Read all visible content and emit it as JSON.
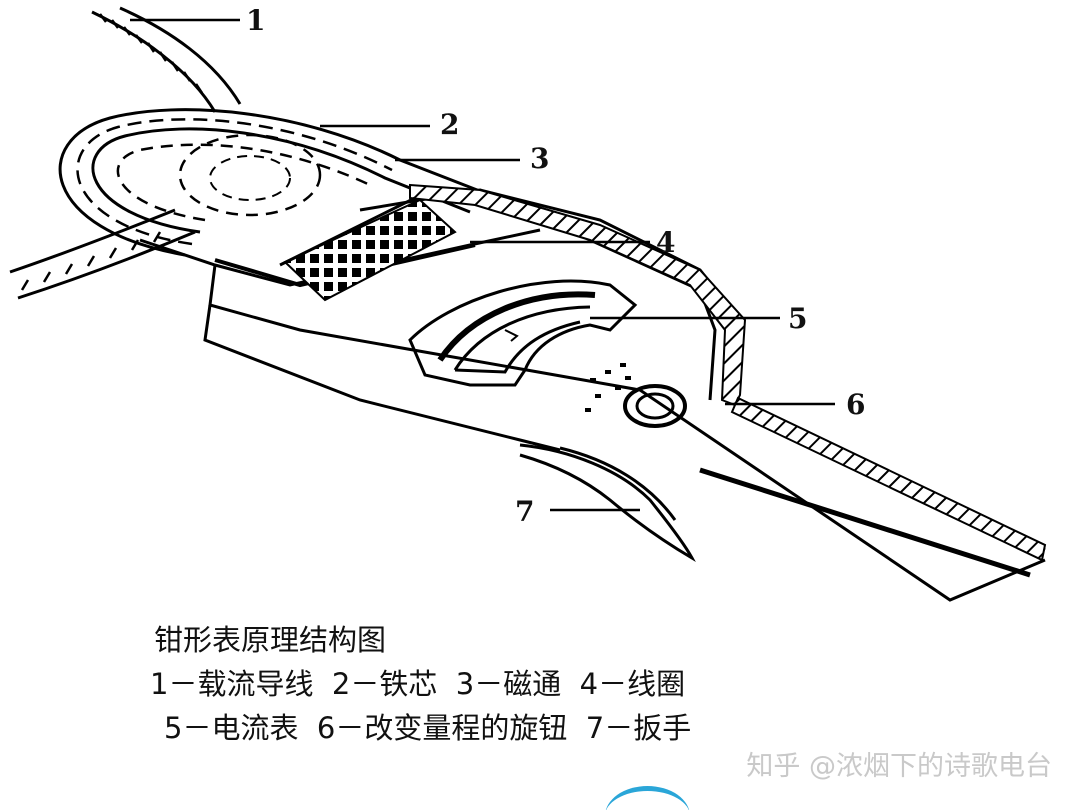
{
  "diagram": {
    "callouts": [
      "1",
      "2",
      "3",
      "4",
      "5",
      "6",
      "7"
    ]
  },
  "caption": {
    "title": "钳形表原理结构图",
    "line1": "1－载流导线  2－铁芯  3－磁通  4－线圈",
    "line2": "5－电流表  6－改变量程的旋钮  7－扳手"
  },
  "watermark": "知乎 @浓烟下的诗歌电台"
}
